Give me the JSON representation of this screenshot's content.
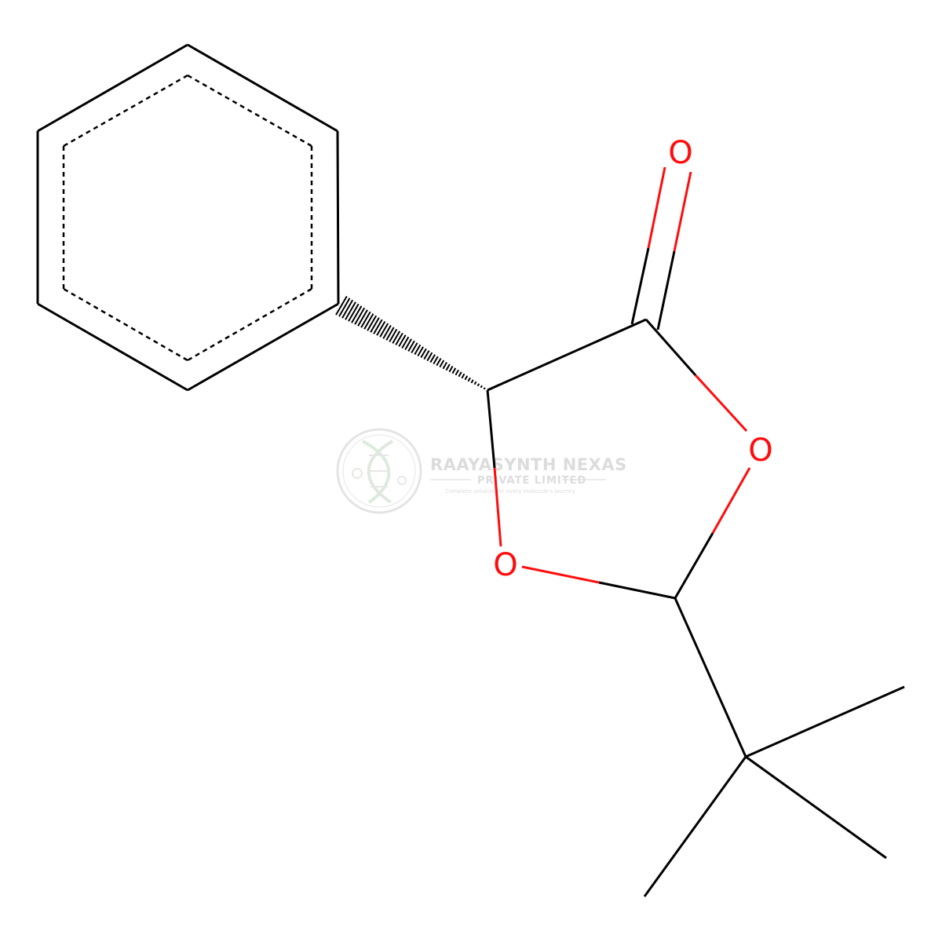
{
  "molecule": {
    "atoms": {
      "carbonyl_oxygen": "O",
      "ring_oxygen_right": "O",
      "ring_oxygen_bottom": "O"
    },
    "colors": {
      "bond": "#000000",
      "oxygen": "#ff0d0d"
    }
  },
  "watermark": {
    "company": "RAAYASYNTH NEXAS",
    "subtitle": "PRIVATE LIMITED",
    "tagline": "Complete solution for every molecule's journey",
    "color": "#dcdcdc"
  }
}
